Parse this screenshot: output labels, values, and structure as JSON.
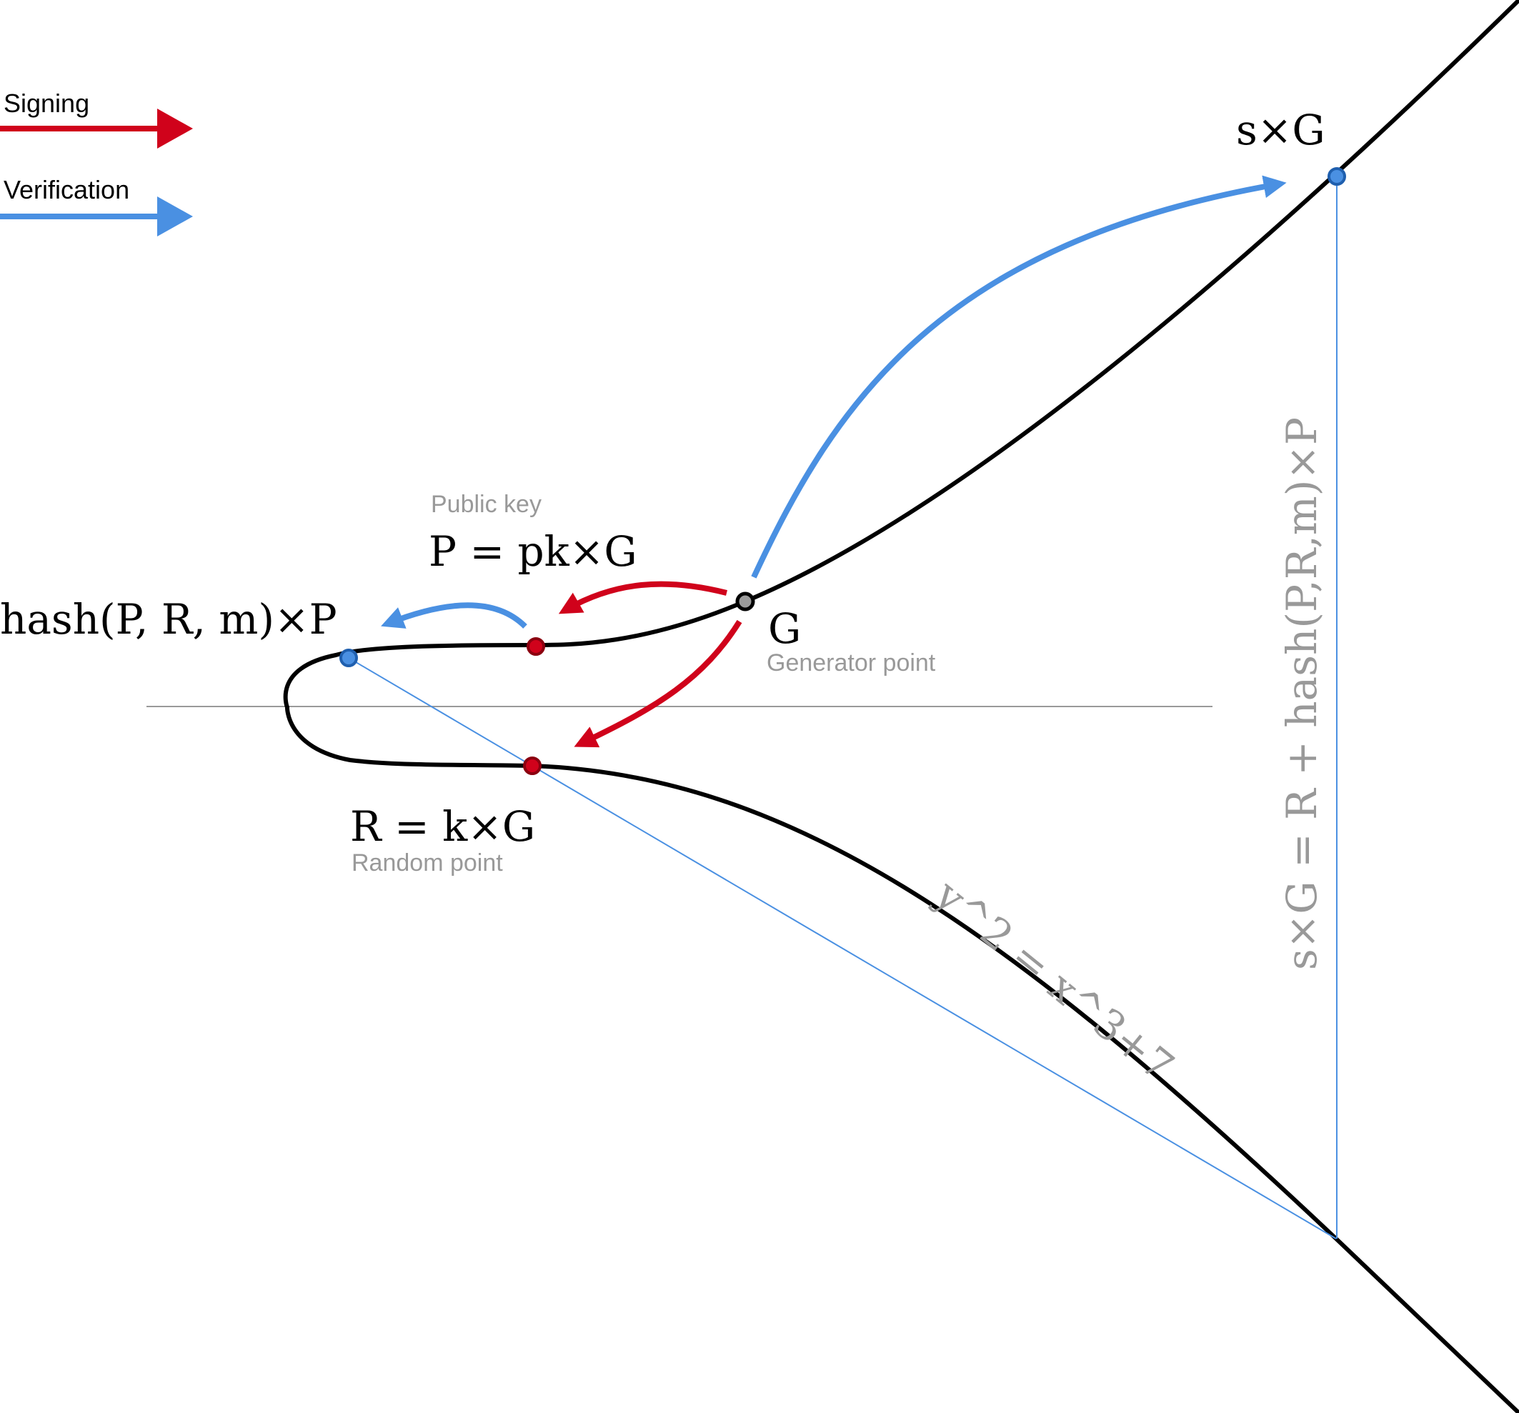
{
  "legend": {
    "signing_label": "Signing",
    "verification_label": "Verification"
  },
  "labels": {
    "sG_top": "s×G",
    "public_key_caption": "Public key",
    "public_key_formula": "P = pk×G",
    "hash_formula": "hash(P, R, m)×P",
    "generator": "G",
    "generator_caption": "Generator point",
    "random_formula": "R = k×G",
    "random_caption": "Random point",
    "curve_equation": "y^2 = x^3+7",
    "verification_equation": "s×G = R + hash(P,R,m)×P"
  },
  "colors": {
    "signing": "#d0021b",
    "verification": "#4a90e2",
    "curve": "#000000",
    "axis": "#999999",
    "caption": "#999999",
    "generator_point": "#9b9b9b"
  }
}
